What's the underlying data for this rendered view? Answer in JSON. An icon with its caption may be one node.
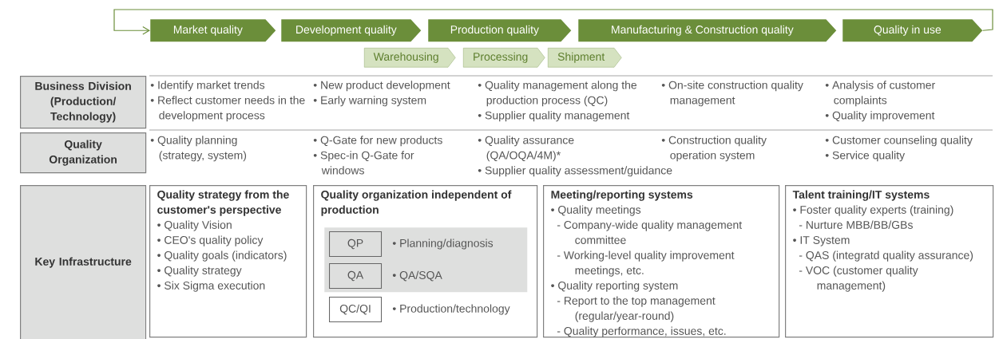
{
  "diagram": {
    "nodes": [
      {
        "text": [
          "Market quality"
        ]
      },
      {
        "text": [
          "Development quality"
        ]
      },
      {
        "text": [
          "Production quality"
        ]
      },
      {
        "text": [
          "Manufacturing & Construction quality"
        ]
      },
      {
        "text": [
          "Quality in use"
        ]
      },
      {
        "text": [
          "Warehousing"
        ]
      },
      {
        "text": [
          "Processing"
        ]
      },
      {
        "text": [
          "Shipment"
        ]
      },
      {
        "text": [
          "Business Division (Production/ Technology)"
        ]
      },
      {
        "text": [
          "Quality Organization"
        ]
      },
      {
        "text": [
          "Key Infrastructure"
        ]
      },
      {
        "text": [
          "Quality strategy from the customer's perspective",
          "• Quality Vision",
          "• CEO's quality policy",
          "• Quality goals (indicators)",
          "• Quality strategy",
          "• Six Sigma execution"
        ]
      },
      {
        "text": [
          "Quality organization independent of production"
        ]
      },
      {
        "text": [],
        "shape": "box",
        "in": 12
      },
      {
        "text": [
          "QP"
        ],
        "in": 13,
        "beside": [
          "• Planning/diagnosis"
        ]
      },
      {
        "text": [
          "QA"
        ],
        "in": 13,
        "beside": [
          "• QA/SQA"
        ]
      },
      {
        "text": [
          "QC/QI"
        ],
        "in": 12,
        "beside": [
          "• Production/technology"
        ]
      },
      {
        "text": [
          "Meeting/reporting systems",
          "• Quality meetings",
          "- Company-wide quality management committee",
          "- Working-level quality improvement meetings, etc.",
          "• Quality reporting system",
          "- Report to the top management (regular/year-round)",
          "- Quality performance, issues, etc."
        ]
      },
      {
        "text": [
          "Talent training/IT systems",
          "• Foster quality experts (training)",
          "- Nurture MBB/BB/GBs",
          "• IT System",
          "- QAS (integratd quality assurance)",
          "- VOC (customer quality management)"
        ]
      }
    ],
    "edges": [
      {
        "from": 4,
        "to": 0,
        "arrow": "to"
      }
    ],
    "labels": [
      "• Identify market trends",
      "• Reflect customer needs in the development process",
      "• New product development",
      "• Early warning system",
      "• Quality management along the production process (QC)",
      "• Supplier quality management",
      "• On-site construction quality management",
      "• Analysis of customer complaints",
      "• Quality improvement",
      "• Quality planning (strategy, system)",
      "• Q-Gate for new products",
      "• Spec-in Q-Gate for windows",
      "• Quality assurance (QA/OQA/4M)*",
      "• Supplier quality assessment/guidance",
      "• Construction quality operation system",
      "• Customer counseling quality",
      "• Service quality"
    ]
  }
}
